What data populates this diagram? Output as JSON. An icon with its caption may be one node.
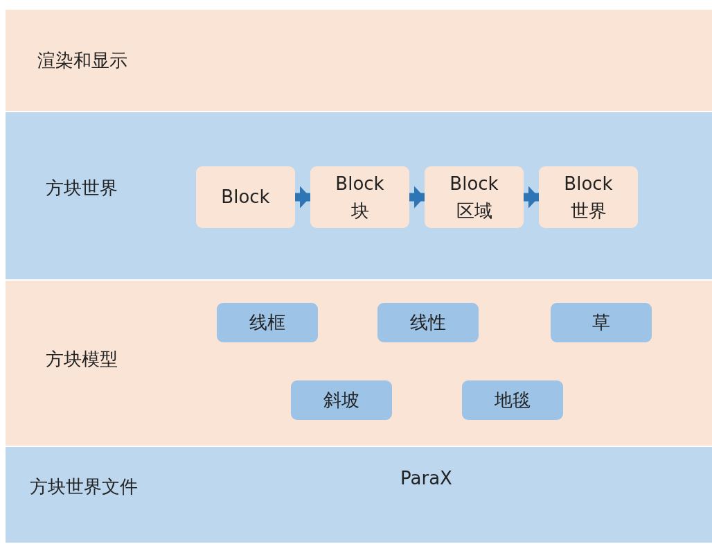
{
  "diagram": {
    "nodes": [
      {
        "text": [
          "渲染和显示"
        ]
      },
      {
        "text": [
          "方块世界"
        ]
      },
      {
        "text": [
          "Block"
        ],
        "in": 1
      },
      {
        "text": [
          "Block 块"
        ],
        "in": 1
      },
      {
        "text": [
          "Block 区域"
        ],
        "in": 1
      },
      {
        "text": [
          "Block 世界"
        ],
        "in": 1
      },
      {
        "text": [
          "方块模型"
        ]
      },
      {
        "text": [
          "线框"
        ],
        "in": 6
      },
      {
        "text": [
          "线性"
        ],
        "in": 6
      },
      {
        "text": [
          "草"
        ],
        "in": 6
      },
      {
        "text": [
          "斜坡"
        ],
        "in": 6
      },
      {
        "text": [
          "地毯"
        ],
        "in": 6
      },
      {
        "text": [
          "方块世界文件",
          "ParaX"
        ]
      }
    ],
    "edges": [
      {
        "from": 2,
        "to": 3,
        "arrow": "to"
      },
      {
        "from": 3,
        "to": 4,
        "arrow": "to"
      },
      {
        "from": 4,
        "to": 5,
        "arrow": "to"
      }
    ]
  }
}
